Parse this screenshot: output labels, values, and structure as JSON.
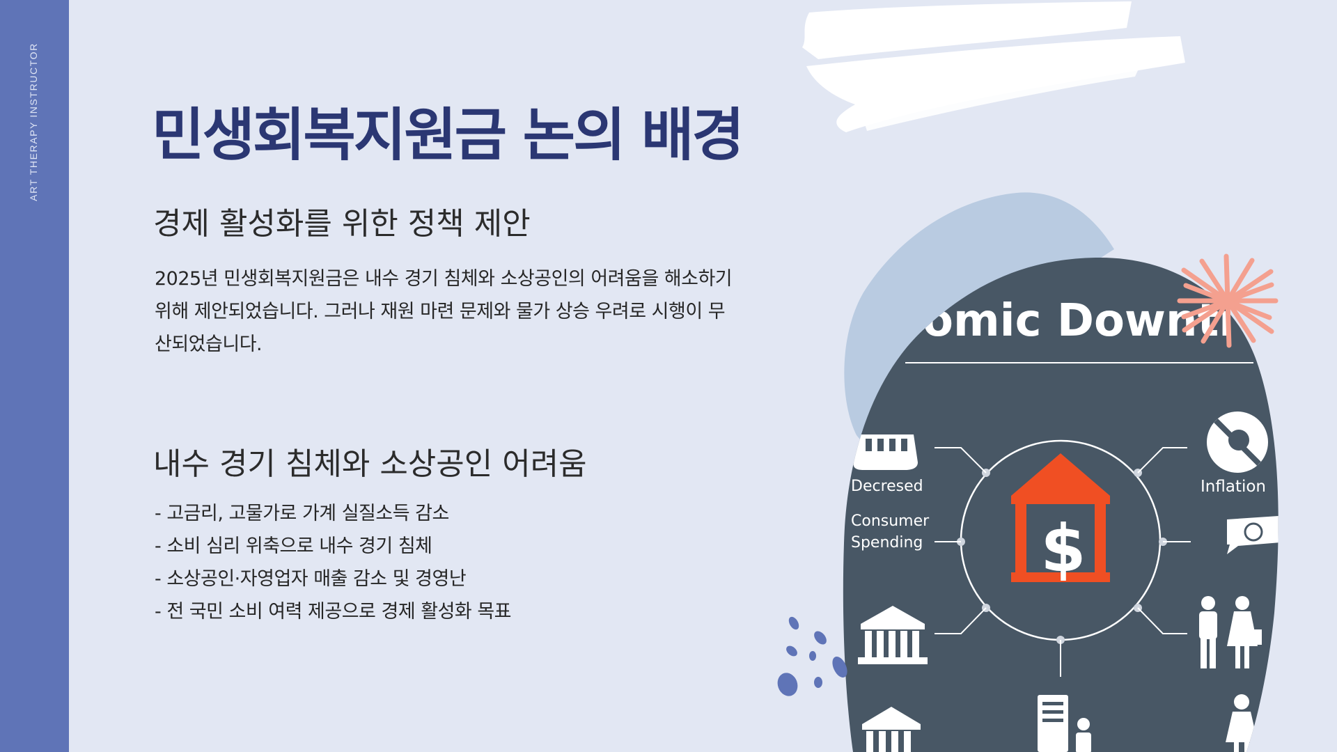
{
  "sidebar": {
    "label": "ART THERAPY INSTRUCTOR"
  },
  "title": "민생회복지원금 논의 배경",
  "section1": {
    "heading": "경제 활성화를 위한 정책 제안",
    "lines": [
      "2025년 민생회복지원금은 내수 경기 침체와 소상공인의 어려움을 해소하기",
      "위해 제안되었습니다. 그러나 재원 마련 문제와 물가 상승 우려로 시행이 무",
      "산되었습니다."
    ]
  },
  "section2": {
    "heading": "내수 경기 침체와 소상공인 어려움",
    "bullets": [
      "- 고금리, 고물가로 가계 실질소득 감소",
      "- 소비 심리 위축으로 내수 경기 침체",
      "- 소상공인·자영업자 매출 감소 및 경영난",
      "- 전 국민 소비 여력 제공으로 경제 활성화 목표"
    ]
  },
  "infographic": {
    "banner": "omic Downti",
    "label_decreased": "Decresed",
    "label_consumer_1": "Consumer",
    "label_consumer_2": "Spending",
    "label_inflation": "Inflation",
    "currency_symbol": "$",
    "icons": [
      "shop-icon",
      "bank-icon",
      "government-building-icon",
      "no-sign-icon",
      "money-speech-bubble-icon",
      "people-shopping-icon",
      "newspaper-person-icon",
      "woman-icon"
    ]
  },
  "colors": {
    "background": "#e2e7f3",
    "sidebar": "#5f74b7",
    "title": "#2b3773",
    "blob": "#485765",
    "accent_red": "#f04f23",
    "accent_coral": "#f4a08f",
    "light_blob": "#b9cbe1"
  }
}
